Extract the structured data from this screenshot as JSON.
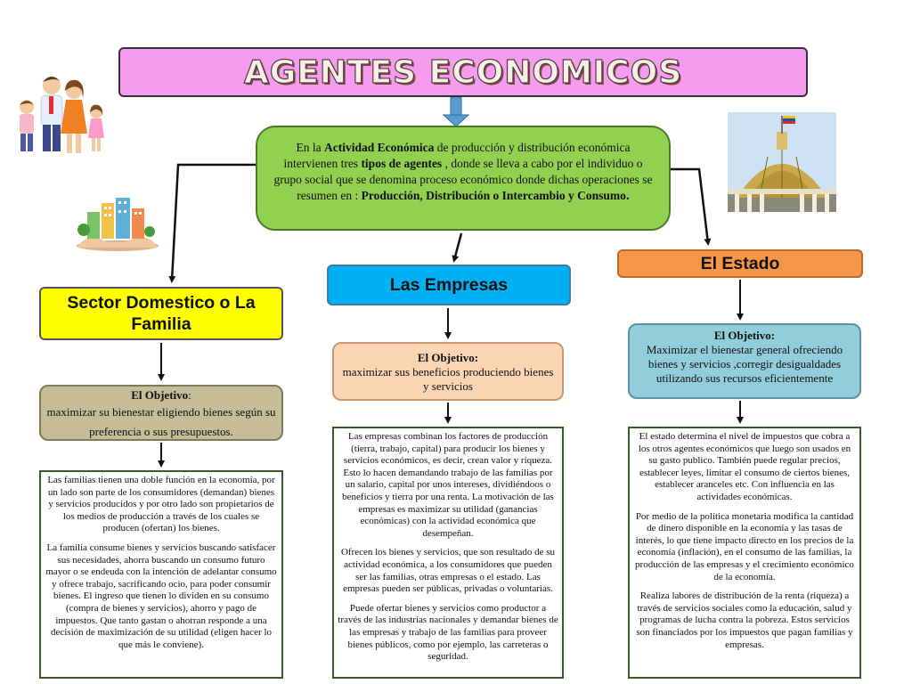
{
  "title": "AGENTES ECONOMICOS",
  "intro": {
    "t1": "En la ",
    "b1": "Actividad Económica",
    "t2": " de producción y distribución económica intervienen tres ",
    "b2": "tipos de agentes",
    "t3": " , donde se lleva a cabo por el individuo o grupo social que se denomina proceso económico donde dichas operaciones  se resumen en : ",
    "b3": "Producción, Distribución o Intercambio y Consumo",
    "t4": "."
  },
  "familia": {
    "heading": "Sector Domestico o La Familia",
    "objective_label": "El Objetivo",
    "objective_colon": ":",
    "objective_text": "maximizar su bienestar eligiendo bienes según su preferencia o sus presupuestos.",
    "desc_1": "Las familias tienen una doble función en la economía, por un lado son parte de los consumidores (demandan) bienes y servicios producidos y por otro lado son propietarios de los medios de producción a través de los cuales se producen (ofertan) los bienes.",
    "desc_2": "La familia consume bienes y servicios buscando satisfacer sus necesidades, ahorra buscando un consumo futuro mayor o se endeuda con la intención de adelantar consumo y ofrece trabajo, sacrificando ocio, para poder consumir bienes. El ingreso que tienen lo dividen en su consumo (compra de bienes y servicios), ahorro y pago de impuestos. Que tanto gastan o ahorran responde a una decisión de maximización de su utilidad (eligen hacer lo que más le conviene)."
  },
  "empresas": {
    "heading": "Las Empresas",
    "objective_label": "El Objetivo:",
    "objective_text": "maximizar sus beneficios produciendo bienes y servicios",
    "desc_1": "Las empresas combinan los factores de producción (tierra, trabajo, capital) para producir los bienes y servicios económicos, es decir, crean valor y riqueza. Esto lo hacen demandando trabajo de las familias por un salario, capital por unos intereses, dividiéndoos o beneficios y tierra por una renta. La motivación de las empresas es maximizar su utilidad (ganancias económicas) con la actividad económica que desempeñan.",
    "desc_2": "Ofrecen los bienes y servicios, que son resultado de su actividad económica, a los consumidores que pueden ser las familias, otras empresas o el estado. Las empresas pueden ser públicas, privadas o voluntarias.",
    "desc_3": "Puede ofertar bienes y servicios como productor a través de las industrias nacionales y demandar bienes de las empresas y trabajo de las familias para proveer bienes públicos, como por ejemplo, las carreteras o seguridad."
  },
  "estado": {
    "heading": "El Estado",
    "objective_label": "El Objetivo:",
    "objective_text": "Maximizar el bienestar general ofreciendo bienes y servicios ,corregir desigualdades utilizando sus recursos eficientemente",
    "desc_1": "El estado determina el nivel de impuestos que cobra a los otros agentes económicos que luego son usados en su gasto publico. También puede regular precios, establecer leyes,  limitar el consumo de ciertos bienes, establecer aranceles etc. Con influencia en las actividades económicas.",
    "desc_2": "Por medio de la política monetaria modifica la cantidad de dinero disponible en la economía y las tasas de interés, lo que tiene impacto directo en los precios de la economía (inflación), en el consumo de las familias, la producción de las empresas y el crecimiento económico de la economía.",
    "desc_3": "Realiza labores de distribución de la renta (riqueza) a través de servicios sociales como la educación, salud y programas de lucha contra la pobreza. Estos servicios son financiados por los impuestos que pagan familias y empresas."
  },
  "colors": {
    "title_bg": "#f59bf0",
    "intro_bg": "#92d050",
    "familia_head": "#ffff00",
    "empresas_head": "#00b0f0",
    "estado_head": "#f79646",
    "familia_obj": "#c4bd97",
    "empresas_obj": "#fbd4b4",
    "estado_obj": "#92cddc",
    "connector": "#5b9bd5"
  },
  "icons": [
    "family-illustration",
    "house-hands-illustration",
    "capitol-dome-photo"
  ]
}
